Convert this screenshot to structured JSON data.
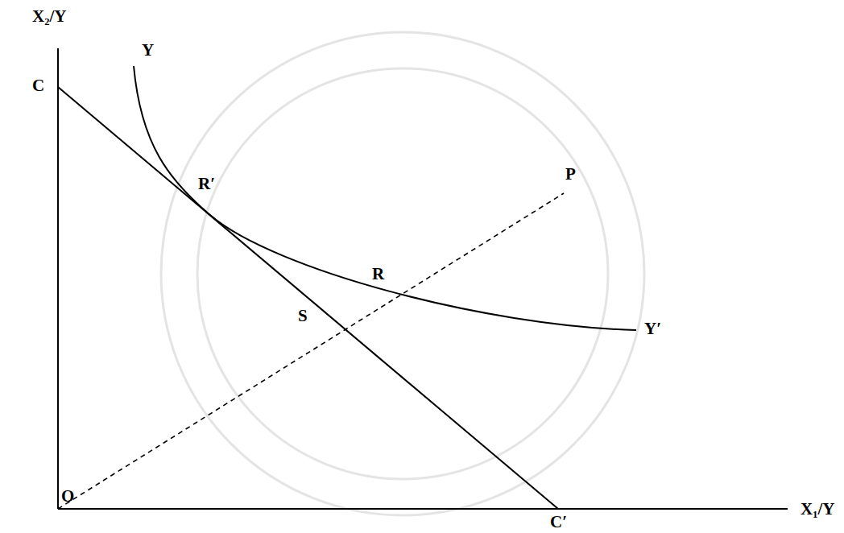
{
  "diagram": {
    "labels": [
      "X₂/Y",
      "C",
      "Y",
      "R′",
      "P",
      "R",
      "S",
      "Y′",
      "O",
      "C′",
      "X₁/Y"
    ]
  }
}
